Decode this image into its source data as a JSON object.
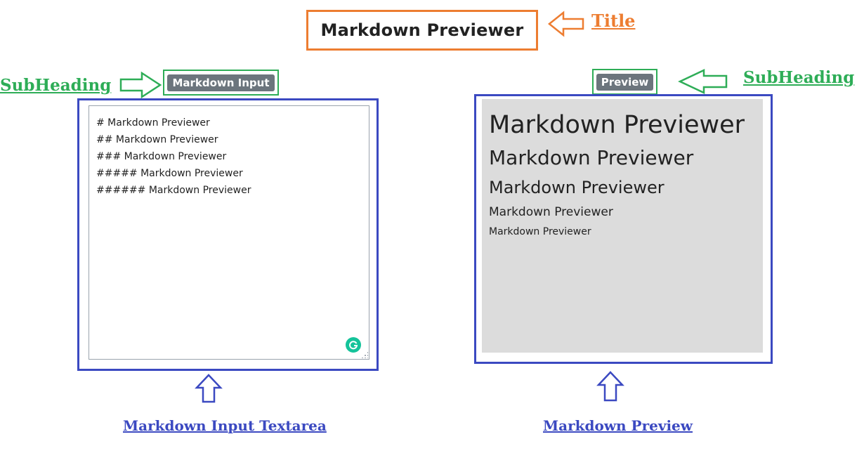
{
  "title": "Markdown Previewer",
  "annotations": {
    "title_label": "Title",
    "subheading_left": "SubHeading",
    "subheading_right": "SubHeading",
    "input_caption": "Markdown Input Textarea",
    "preview_caption": "Markdown Preview"
  },
  "input_panel": {
    "heading": "Markdown Input",
    "lines": [
      "# Markdown Previewer",
      "## Markdown Previewer",
      "### Markdown Previewer",
      "##### Markdown Previewer",
      "###### Markdown Previewer"
    ]
  },
  "preview_panel": {
    "heading": "Preview",
    "h1": "Markdown Previewer",
    "h2": "Markdown Previewer",
    "h3": "Markdown Previewer",
    "h5": "Markdown Previewer",
    "h6": "Markdown Previewer"
  },
  "colors": {
    "title_accent": "#ED7D31",
    "subheading_accent": "#2EAD57",
    "panel_accent": "#3B49C1",
    "badge_bg": "#6c757d",
    "preview_bg": "#dcdcdc"
  },
  "icons": {
    "grammarly": "grammarly-icon",
    "resize": "resize-handle-icon"
  }
}
